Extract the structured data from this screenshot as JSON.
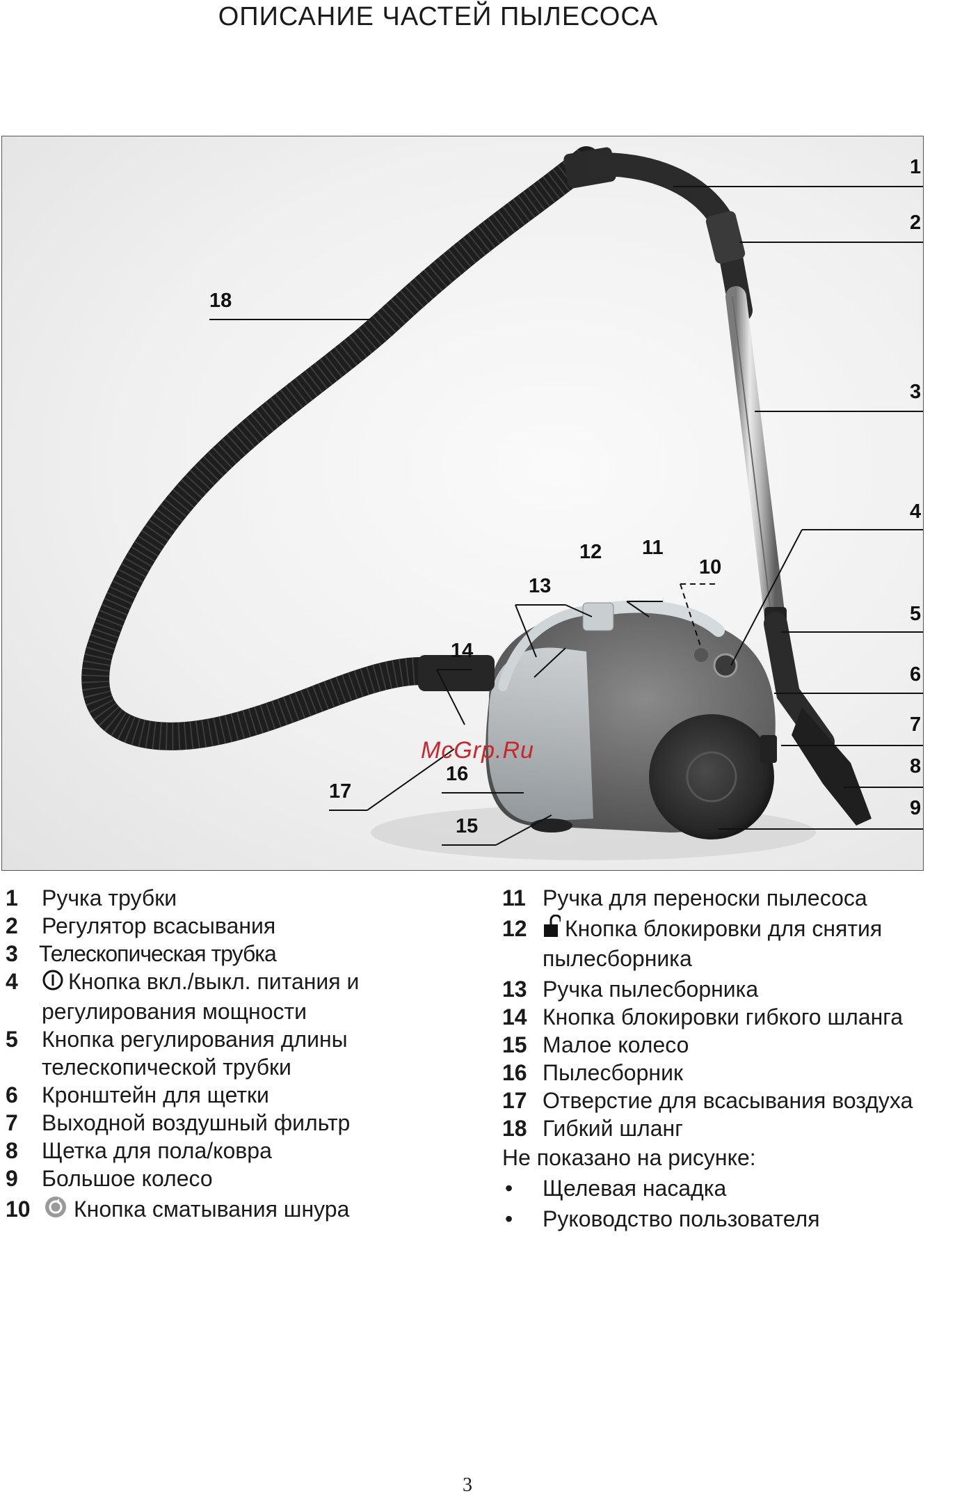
{
  "title": "ОПИСАНИЕ  ЧАСТЕЙ  ПЫЛЕСОСА",
  "figure": {
    "watermark": "McGrp.Ru",
    "callouts": [
      "1",
      "2",
      "3",
      "4",
      "5",
      "6",
      "7",
      "8",
      "9",
      "10",
      "11",
      "12",
      "13",
      "14",
      "15",
      "16",
      "17",
      "18"
    ]
  },
  "legend_left": [
    {
      "num": "1",
      "text": "Ручка трубки"
    },
    {
      "num": "2",
      "text": "Регулятор всасывания"
    },
    {
      "num": "3",
      "text": "Телескопическая трубка"
    },
    {
      "num": "4",
      "icon": "power-icon",
      "text": "Кнопка вкл./выкл. питания  и регулирования мощности"
    },
    {
      "num": "5",
      "text": "Кнопка регулирования длины телескопической трубки"
    },
    {
      "num": "6",
      "text": "Кронштейн для щетки"
    },
    {
      "num": "7",
      "text": "Выходной воздушный фильтр"
    },
    {
      "num": "8",
      "text": "Щетка для пола/ковра"
    },
    {
      "num": "9",
      "text": "Большое колесо"
    },
    {
      "num": "10",
      "icon": "cord-rewind-icon",
      "text": "Кнопка сматывания шнура"
    }
  ],
  "legend_right": [
    {
      "num": "11",
      "text": "Ручка для переноски пылесоса"
    },
    {
      "num": "12",
      "icon": "unlock-icon",
      "text": "Кнопка блокировки для снятия пылесборника"
    },
    {
      "num": "13",
      "text": "Ручка пылесборника"
    },
    {
      "num": "14",
      "text": "Кнопка блокировки гибкого шланга"
    },
    {
      "num": "15",
      "text": "Малое колесо"
    },
    {
      "num": "16",
      "text": "Пылесборник"
    },
    {
      "num": "17",
      "text": "Отверстие для всасывания воздуха"
    },
    {
      "num": "18",
      "text": "Гибкий шланг"
    }
  ],
  "not_shown_label": "Не показано на рисунке:",
  "bullet_symbol": "•",
  "not_shown_items": [
    "Щелевая насадка",
    "Руководство пользователя"
  ],
  "page_number": "3"
}
